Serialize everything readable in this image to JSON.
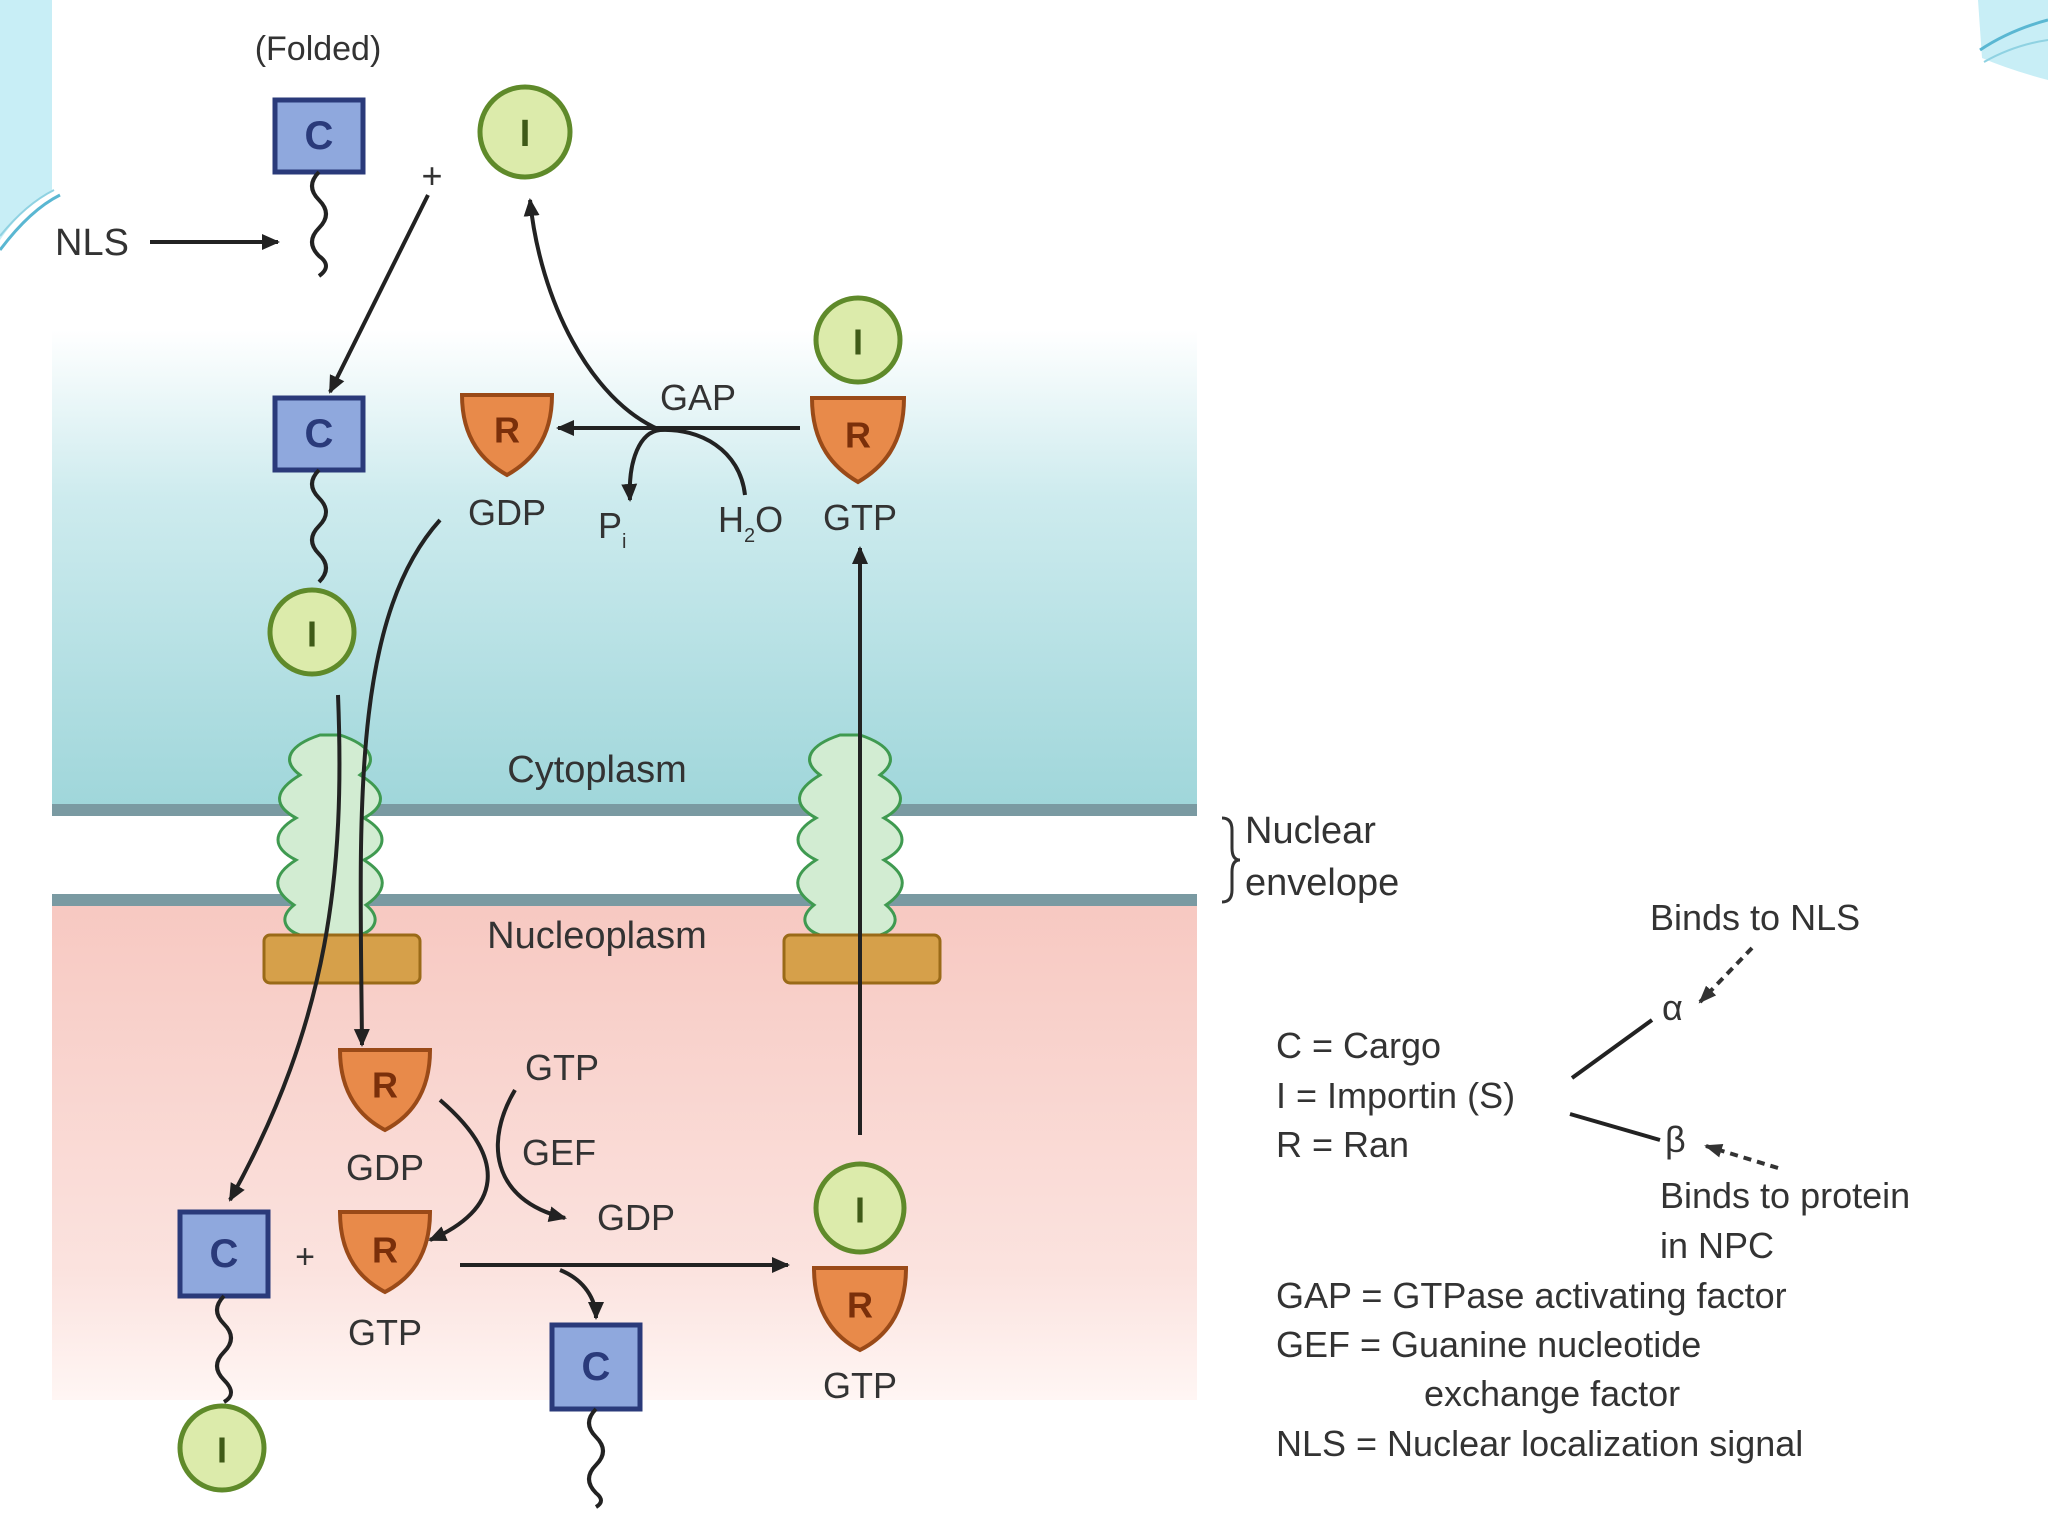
{
  "labels": {
    "folded": "(Folded)",
    "nls": "NLS",
    "gap": "GAP",
    "gdp": "GDP",
    "pi": "P",
    "pi_sub": "i",
    "h2o_h": "H",
    "h2o_sub": "2",
    "h2o_o": "O",
    "gtp": "GTP",
    "gef": "GEF",
    "cytoplasm": "Cytoplasm",
    "nucleoplasm": "Nucleoplasm",
    "nuclear_envelope_1": "Nuclear",
    "nuclear_envelope_2": "envelope",
    "plus": "+"
  },
  "glyphs": {
    "cargo": "C",
    "importin": "I",
    "ran": "R"
  },
  "legend": {
    "binds_nls": "Binds to NLS",
    "alpha": "α",
    "beta": "β",
    "binds_npc_1": "Binds to protein",
    "binds_npc_2": "in NPC",
    "key_cargo": "C = Cargo",
    "key_importin": "I = Importin (S)",
    "key_ran": "R = Ran",
    "key_gap": "GAP = GTPase activating factor",
    "key_gef_1": "GEF = Guanine nucleotide",
    "key_gef_2": "exchange factor",
    "key_nls": "NLS = Nuclear localization signal"
  },
  "colors": {
    "cargo_fill": "#8fa8dd",
    "cargo_stroke": "#2a3a7a",
    "importin_fill": "#dcebab",
    "importin_stroke": "#5f8a2a",
    "ran_fill": "#e88a4a",
    "ran_stroke": "#9a4a18",
    "cytoplasm_bg": "#a8dde0",
    "nucleoplasm_bg": "#f8cfc8",
    "membrane": "#7a9aa2",
    "basket": "#d6a04a"
  }
}
